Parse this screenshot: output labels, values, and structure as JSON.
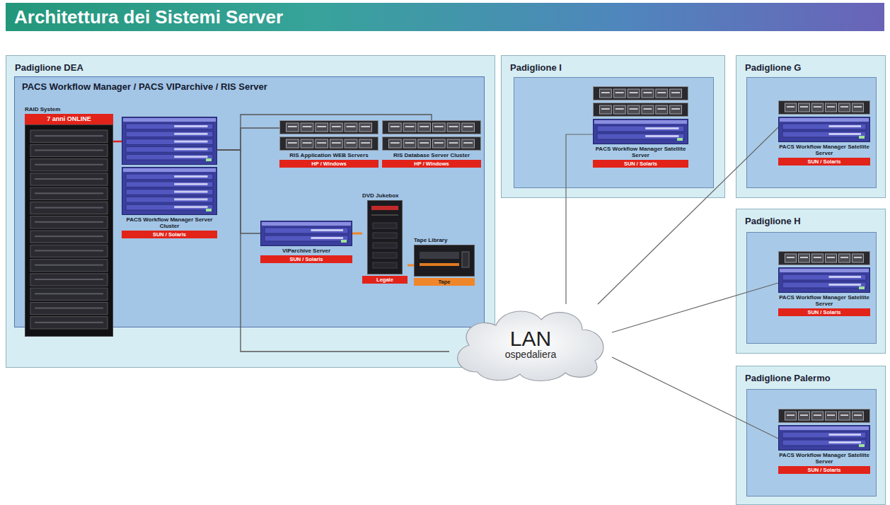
{
  "diagram": {
    "title": "Architettura dei Sistemi Server",
    "nodes": [
      {
        "text": [
          "Padiglione DEA"
        ]
      },
      {
        "text": [
          "PACS Workflow Manager / PACS VIParchive / RIS Server"
        ],
        "in": 0
      },
      {
        "text": [
          "RAID System",
          "7 anni ONLINE"
        ],
        "in": 1
      },
      {
        "text": [
          "PACS Workflow Manager Server Cluster",
          "SUN / Solaris"
        ],
        "in": 1
      },
      {
        "text": [
          "RIS Application WEB Servers",
          "HP / Windows"
        ],
        "in": 1
      },
      {
        "text": [
          "RIS Database Server Cluster",
          "HP / Windows"
        ],
        "in": 1
      },
      {
        "text": [
          "VIParchive Server",
          "SUN / Solaris"
        ],
        "in": 1
      },
      {
        "text": [
          "DVD Jukebox",
          "Legale"
        ],
        "in": 1
      },
      {
        "text": [
          "Tape Library",
          "Tape"
        ],
        "in": 1
      },
      {
        "text": [
          "LAN",
          "ospedaliera"
        ]
      },
      {
        "text": [
          "Padiglione I"
        ]
      },
      {
        "text": [
          "PACS Workflow Manager Satellite Server",
          "SUN / Solaris"
        ],
        "in": 10
      },
      {
        "text": [
          "Padiglione G"
        ]
      },
      {
        "text": [
          "PACS Workflow Manager Satellite Server",
          "SUN / Solaris"
        ],
        "in": 12
      },
      {
        "text": [
          "Padiglione H"
        ]
      },
      {
        "text": [
          "PACS Workflow Manager Satellite Server",
          "SUN / Solaris"
        ],
        "in": 14
      },
      {
        "text": [
          "Padiglione Palermo"
        ]
      },
      {
        "text": [
          "PACS Workflow Manager Satellite Server",
          "SUN / Solaris"
        ],
        "in": 16
      }
    ],
    "edges": [
      {
        "from": 2,
        "to": 3,
        "arrow": "none"
      },
      {
        "from": 3,
        "to": 4,
        "arrow": "none"
      },
      {
        "from": 3,
        "to": 5,
        "arrow": "none"
      },
      {
        "from": 3,
        "to": 6,
        "arrow": "none"
      },
      {
        "from": 3,
        "to": 9,
        "arrow": "none"
      },
      {
        "from": 6,
        "to": 7,
        "arrow": "none"
      },
      {
        "from": 7,
        "to": 8,
        "arrow": "none"
      },
      {
        "from": 9,
        "to": 11,
        "arrow": "none"
      },
      {
        "from": 9,
        "to": 13,
        "arrow": "none"
      },
      {
        "from": 9,
        "to": 15,
        "arrow": "none"
      },
      {
        "from": 9,
        "to": 17,
        "arrow": "none"
      }
    ]
  }
}
